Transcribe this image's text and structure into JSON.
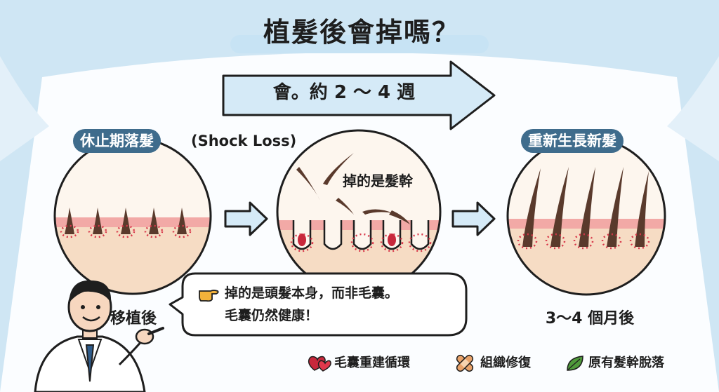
{
  "title": "植髮後會掉嗎？",
  "timeline_label": "會。約 2 ～ 4 週",
  "stages": [
    {
      "pill": "休止期落髮",
      "pill_ext": "(Shock Loss)",
      "caption": "移植後"
    },
    {
      "inline_label": "掉的是髮幹"
    },
    {
      "pill": "重新生長新髮",
      "caption": "3～4 個月後"
    }
  ],
  "speech_bubble": {
    "icon": "pointing-hand-icon",
    "line1": "掉的是頭髮本身，而非毛囊。",
    "line2": "毛囊仍然健康！"
  },
  "legend": [
    {
      "icon": "hearts-icon",
      "label": "毛囊重建循環",
      "color": "#c8283c"
    },
    {
      "icon": "bandage-icon",
      "label": "組織修復",
      "color": "#e8a26a"
    },
    {
      "icon": "leaf-icon",
      "label": "原有髮幹脫落",
      "color": "#4f9a3a"
    }
  ],
  "colors": {
    "accent": "#3f6c8c",
    "skin": "#f6dcc4",
    "skin_top": "#f2a9a6",
    "hair": "#5a3a2c",
    "arrow_fill": "#d5eaf7"
  }
}
